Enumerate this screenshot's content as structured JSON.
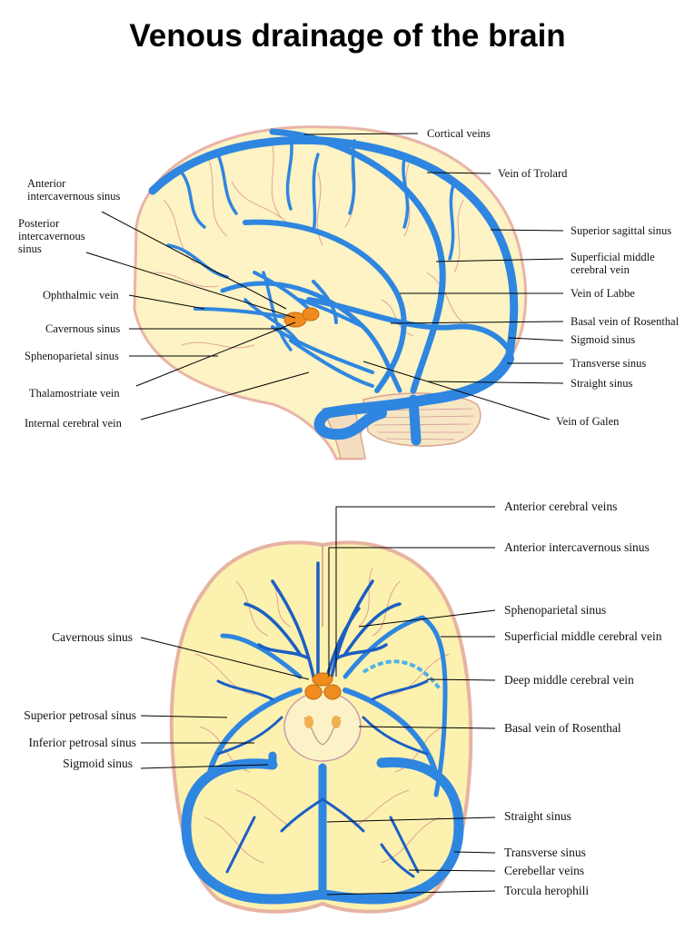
{
  "title": "Venous drainage of the brain",
  "lateral_view": {
    "labels_left": [
      "Anterior intercavernous sinus",
      "Posterior intercavernous sinus",
      "Ophthalmic vein",
      "Cavernous sinus",
      "Sphenoparietal sinus",
      "Thalamostriate vein",
      "Internal cerebral vein"
    ],
    "labels_right": [
      "Cortical veins",
      "Vein of Trolard",
      "Superior sagittal sinus",
      "Superficial middle cerebral vein",
      "Vein of Labbe",
      "Basal vein of Rosenthal",
      "Sigmoid sinus",
      "Transverse sinus",
      "Straight sinus",
      "Vein of Galen"
    ]
  },
  "basal_view": {
    "labels_left": [
      "Cavernous sinus",
      "Superior petrosal sinus",
      "Inferior petrosal sinus",
      "Sigmoid sinus"
    ],
    "labels_right": [
      "Anterior cerebral veins",
      "Anterior intercavernous sinus",
      "Sphenoparietal sinus",
      "Superficial middle cerebral vein",
      "Deep middle cerebral vein",
      "Basal vein of Rosenthal",
      "Straight sinus",
      "Transverse sinus",
      "Cerebellar veins",
      "Torcula herophili"
    ]
  },
  "colors": {
    "vein": "#2f86e0",
    "vein_dark": "#1b5fc4",
    "brain": "#fdf3c4",
    "gyrus": "#d48a8a",
    "sinus_orange": "#f08c1e"
  }
}
